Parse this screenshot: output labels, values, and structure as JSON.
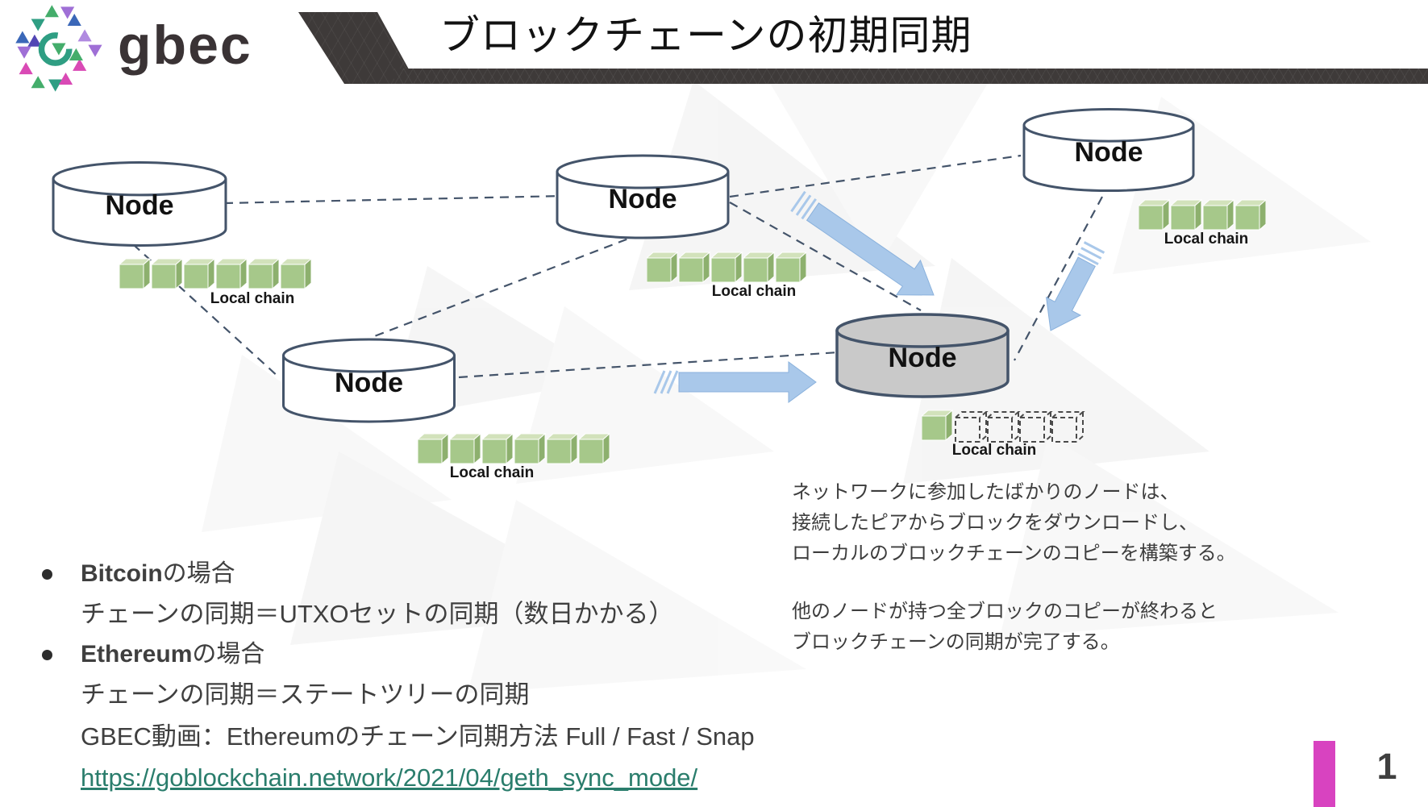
{
  "header": {
    "logo_text": "gbec",
    "title": "ブロックチェーンの初期同期"
  },
  "diagram": {
    "nodes": [
      {
        "label": "Node",
        "chain_label": "Local chain",
        "blocks": 6
      },
      {
        "label": "Node",
        "chain_label": "Local chain",
        "blocks": 5
      },
      {
        "label": "Node",
        "chain_label": "Local chain",
        "blocks": 4
      },
      {
        "label": "Node",
        "chain_label": "Local chain",
        "blocks": 6
      },
      {
        "label": "Node",
        "chain_label": "Local chain",
        "blocks_synced": 1,
        "blocks_pending": 4,
        "state": "new-node-syncing"
      }
    ]
  },
  "annotation": {
    "para1_line1": "ネットワークに参加したばかりのノードは、",
    "para1_line2": "接続したピアからブロックをダウンロードし、",
    "para1_line3": "ローカルのブロックチェーンのコピーを構築する。",
    "para2_line1": "他のノードが持つ全ブロックのコピーが終わると",
    "para2_line2": "ブロックチェーンの同期が完了する。"
  },
  "bullets": {
    "item1_term": "Bitcoin",
    "item1_rest": "の場合",
    "item1_detail": "チェーンの同期＝UTXOセットの同期（数日かかる）",
    "item2_term": "Ethereum",
    "item2_rest": "の場合",
    "item2_detail1": "チェーンの同期＝ステートツリーの同期",
    "item2_detail2": "GBEC動画：Ethereumのチェーン同期方法 Full / Fast / Snap",
    "item2_link": "https://goblockchain.network/2021/04/geth_sync_mode/"
  },
  "footer": {
    "page_number": "1"
  },
  "colors": {
    "accent_magenta": "#d843c0",
    "link_teal": "#2a7d6c",
    "node_stroke": "#44546a",
    "cube_green": "#a6c88a",
    "arrow_blue": "#a9c8ea",
    "banner_dark": "#3e3a39"
  }
}
